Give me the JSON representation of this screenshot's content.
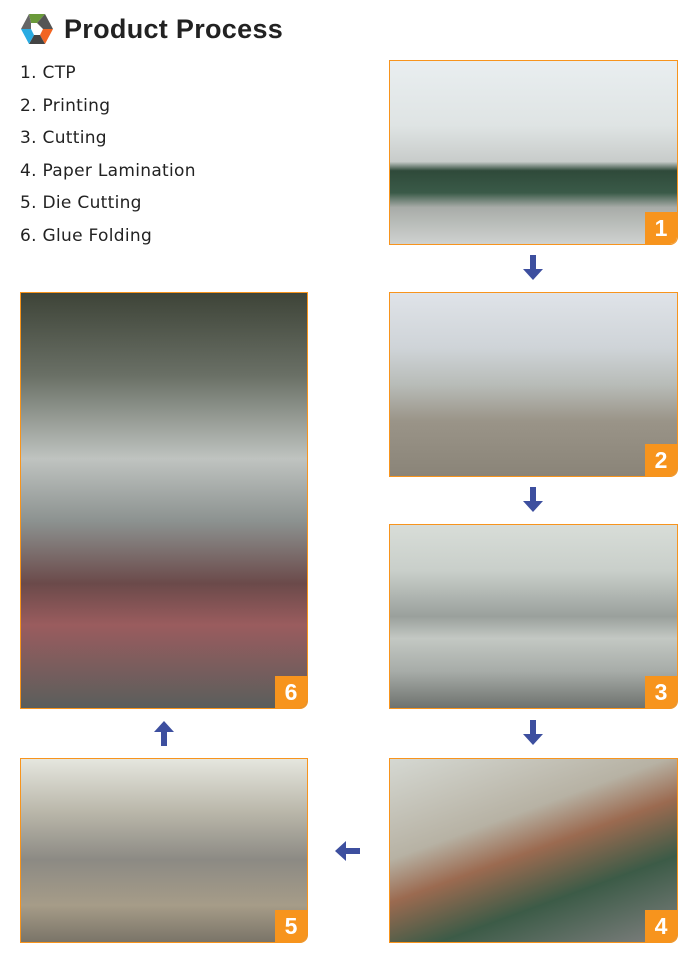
{
  "header": {
    "title": "Product Process",
    "logo_icon": "hexagon-logo-icon"
  },
  "steps": [
    "1. CTP",
    "2. Printing",
    "3. Cutting",
    "4. Paper Lamination",
    "5. Die Cutting",
    "6. Glue Folding"
  ],
  "photos": [
    {
      "badge": "1",
      "subject": "CTP"
    },
    {
      "badge": "2",
      "subject": "Printing"
    },
    {
      "badge": "3",
      "subject": "Cutting"
    },
    {
      "badge": "4",
      "subject": "Paper Lamination"
    },
    {
      "badge": "5",
      "subject": "Die Cutting"
    },
    {
      "badge": "6",
      "subject": "Glue Folding"
    }
  ],
  "colors": {
    "accent": "#f7941d",
    "arrow": "#3d4f9f",
    "text": "#222222"
  }
}
